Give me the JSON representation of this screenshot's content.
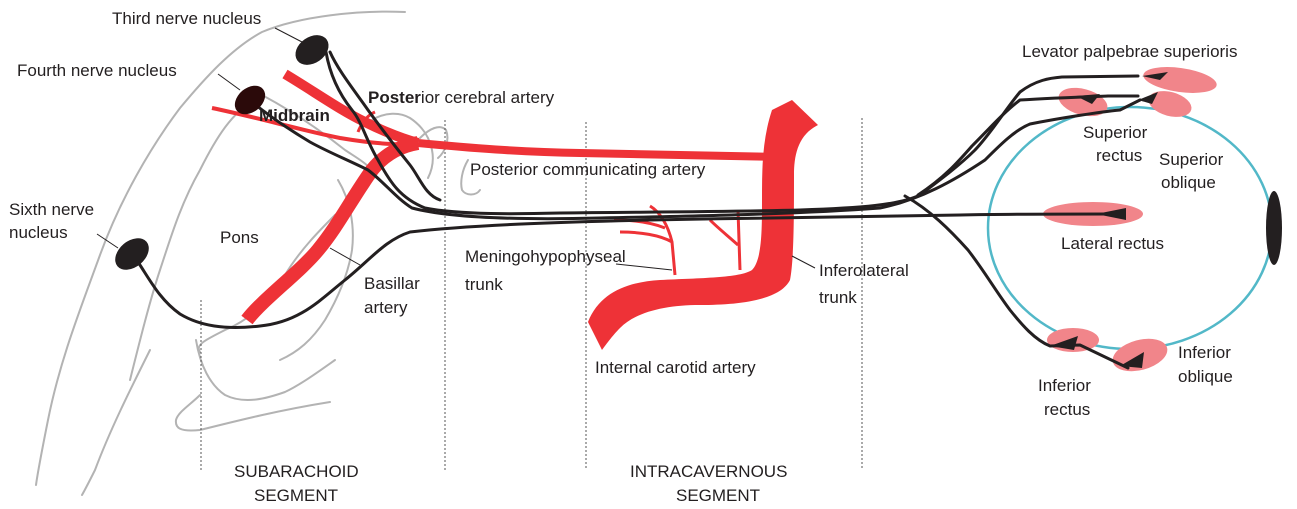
{
  "colors": {
    "artery": "#ee3237",
    "nerve": "#231f20",
    "brainstem_outline": "#b3b3b3",
    "muscle": "#f1858a",
    "globe": "#52b8c8",
    "divider": "#555555",
    "label": "#231f20"
  },
  "labels": {
    "third_nerve_nucleus": "Third nerve nucleus",
    "fourth_nerve_nucleus": "Fourth nerve nucleus",
    "sixth_nerve_nucleus_line1": "Sixth nerve",
    "sixth_nerve_nucleus_line2": "nucleus",
    "midbrain": "Midbrain",
    "pons": "Pons",
    "posterior_cerebral_artery_bold": "Poster",
    "posterior_cerebral_artery_rest": "ior cerebral artery",
    "posterior_communicating_artery": "Posterior communicating artery",
    "basilar_artery_line1": "Basillar",
    "basilar_artery_line2": "artery",
    "meningohypophyseal_line1": "Meningohypophyseal",
    "meningohypophyseal_line2": "trunk",
    "inferolateral_line1": "Inferolateral",
    "inferolateral_line2": "trunk",
    "internal_carotid_artery": "Internal carotid artery",
    "levator": "Levator palpebrae superioris",
    "superior_rectus_line1": "Superior",
    "superior_rectus_line2": "rectus",
    "superior_oblique_line1": "Superior",
    "superior_oblique_line2": "oblique",
    "lateral_rectus": "Lateral rectus",
    "inferior_oblique_line1": "Inferior",
    "inferior_oblique_line2": "oblique",
    "inferior_rectus_line1": "Inferior",
    "inferior_rectus_line2": "rectus"
  },
  "segments": {
    "subarachnoid_line1": "SUBARACHOID",
    "subarachnoid_line2": "SEGMENT",
    "intracavernous_line1": "INTRACAVERNOUS",
    "intracavernous_line2": "SEGMENT"
  }
}
